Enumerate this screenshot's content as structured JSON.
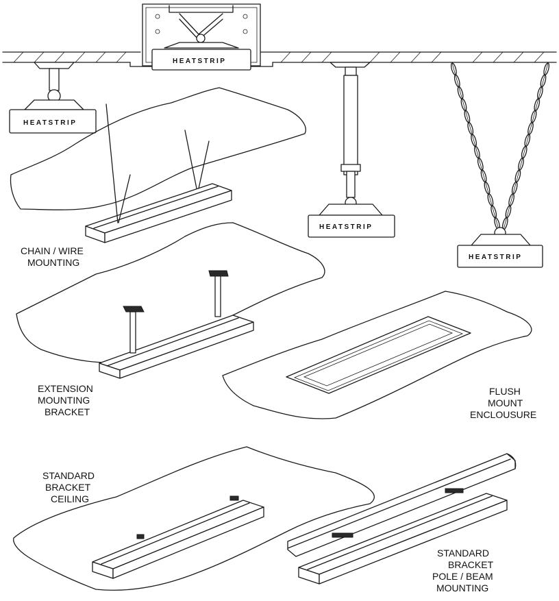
{
  "labels": {
    "chain_wire": [
      "CHAIN / WIRE",
      "MOUNTING"
    ],
    "extension": [
      "EXTENSION",
      "MOUNTING",
      "BRACKET"
    ],
    "flush": [
      "FLUSH",
      "MOUNT",
      "ENCLOUSURE"
    ],
    "standard_ceiling": [
      "STANDARD",
      "BRACKET",
      "CEILING"
    ],
    "standard_pole": [
      "STANDARD",
      "BRACKET",
      "POLE / BEAM",
      "MOUNTING"
    ]
  },
  "brand_text": "HEATSTRIP",
  "colors": {
    "line": "#1a1a1a",
    "background": "#ffffff"
  }
}
